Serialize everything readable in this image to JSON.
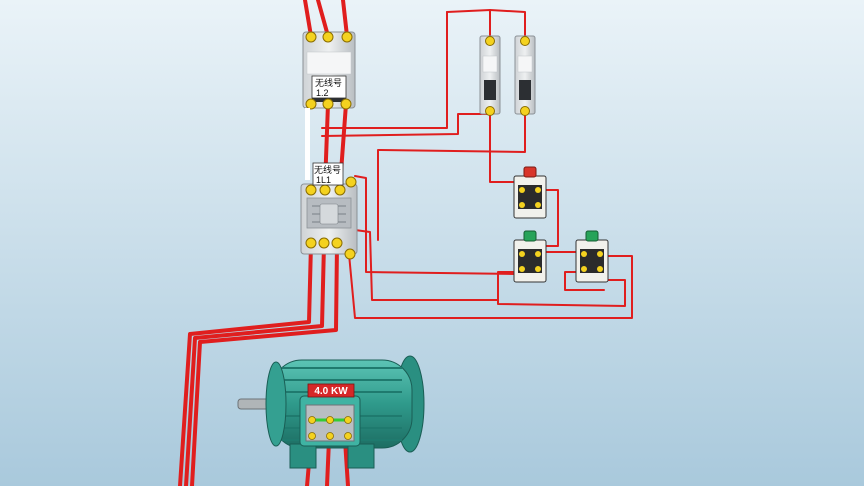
{
  "labels": {
    "breaker_wire_tag_text": "无线号",
    "breaker_wire_tag_code": "1.2",
    "contactor_wire_tag_text": "无线号",
    "contactor_wire_tag_code": "1L1",
    "motor_power": "4.0 KW"
  },
  "colors": {
    "background_top": "#eaf3f8",
    "background_bottom": "#a9c9dc",
    "wire": "#e01e1e",
    "motor_body": "#3aa99a",
    "terminal_yellow": "#f4d21f",
    "push_button_red": "#d8352a",
    "push_button_green": "#27a35a",
    "label_badge": "#d62828"
  },
  "icons": {
    "main_breaker": "three-pole-circuit-breaker",
    "contactor": "ac-contactor",
    "fuse_left": "single-pole-fuse",
    "fuse_right": "single-pole-fuse",
    "stop_button": "red-push-button",
    "start_button_left": "green-push-button",
    "start_button_right": "green-push-button",
    "motor": "three-phase-motor"
  }
}
